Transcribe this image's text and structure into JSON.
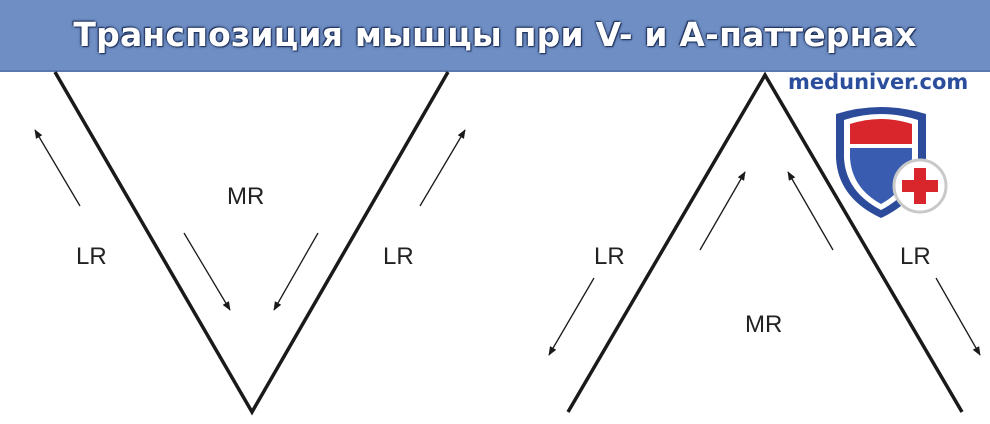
{
  "header": {
    "title": "Транспозиция мышцы при V- и А-паттернах",
    "site": "meduniver.com"
  },
  "v_pattern": {
    "labels": {
      "mr": "MR",
      "lr_left": "LR",
      "lr_right": "LR"
    }
  },
  "a_pattern": {
    "labels": {
      "mr": "MR",
      "lr_left": "LR",
      "lr_right": "LR"
    }
  },
  "colors": {
    "banner": "#6e8ec4",
    "lines": "#1a1a1a",
    "site": "#2a4d9c",
    "shield_red": "#d9252c",
    "shield_blue": "#2c4b9b"
  },
  "icons": [
    "shield-logo-icon",
    "medical-cross-icon"
  ]
}
